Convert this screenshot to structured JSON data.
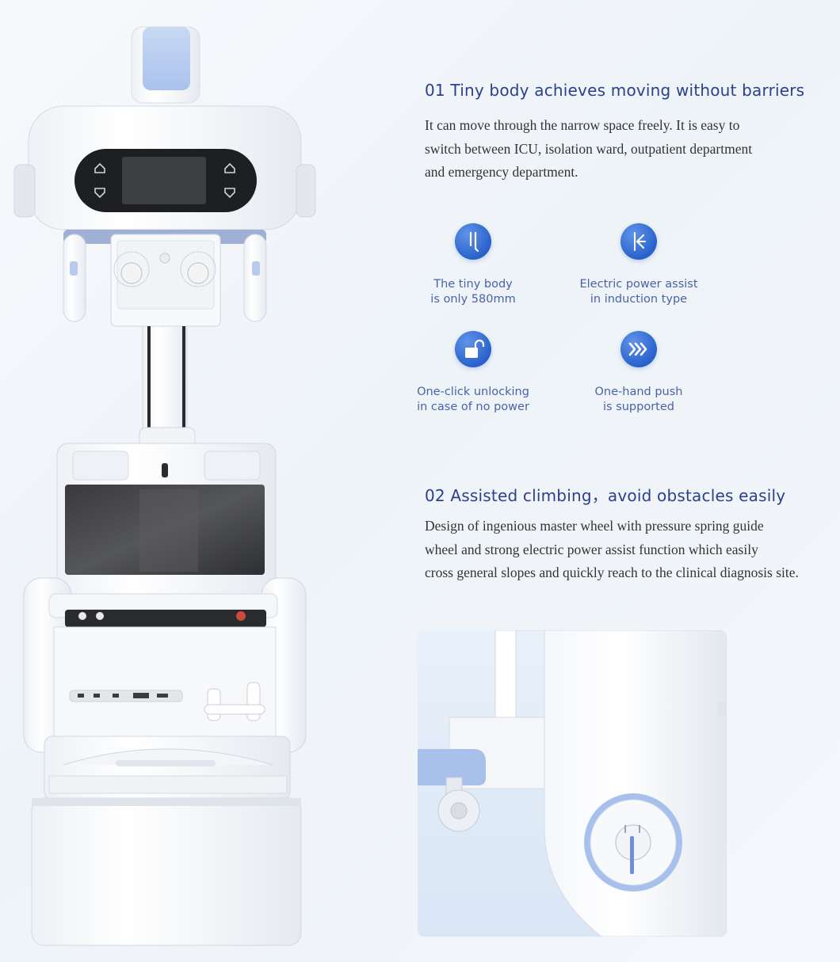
{
  "section1": {
    "title": "01 Tiny body achieves moving without barriers",
    "body_lines": [
      "It can move through the narrow space freely. It is easy to",
      "switch between ICU, isolation ward, outpatient department",
      "and emergency department."
    ]
  },
  "features": [
    {
      "icon": "narrow-body-icon",
      "line1": "The tiny body",
      "line2": "is only 580mm"
    },
    {
      "icon": "power-assist-icon",
      "line1": "Electric power assist",
      "line2": "in induction type"
    },
    {
      "icon": "unlock-icon",
      "line1": "One-click unlocking",
      "line2": "in case of no power"
    },
    {
      "icon": "push-arrows-icon",
      "line1": "One-hand push",
      "line2": "is supported"
    }
  ],
  "section2": {
    "title": "02  Assisted climbing，avoid obstacles easily",
    "body_lines": [
      "Design of ingenious master wheel with pressure spring guide",
      "wheel and strong electric power assist function which easily",
      "cross general slopes and quickly reach to the clinical diagnosis site."
    ]
  },
  "colors": {
    "accent": "#2b3f8f",
    "icon_blue": "#2a62cc",
    "caption": "#4a62a8",
    "wheel_ring": "#8fb0e6"
  }
}
